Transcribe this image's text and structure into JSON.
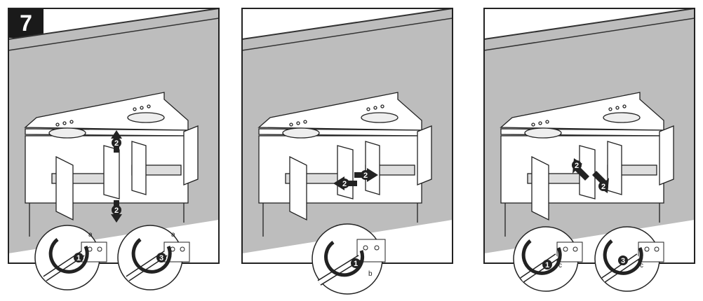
{
  "step": {
    "number": "7"
  },
  "panel1": {
    "arrow_up": "2",
    "arrow_down": "2",
    "zoom_a": {
      "letter": "a",
      "step": "1"
    },
    "zoom_b": {
      "letter": "a",
      "step": "3"
    }
  },
  "panel2": {
    "arrow_left": "2",
    "arrow_right": "2",
    "zoom": {
      "letter": "b",
      "step": "1"
    }
  },
  "panel3": {
    "arrow_upper": "2",
    "arrow_lower": "2",
    "zoom_a": {
      "letter": "c",
      "step": "1"
    },
    "zoom_b": {
      "letter": "c",
      "step": "3"
    }
  }
}
